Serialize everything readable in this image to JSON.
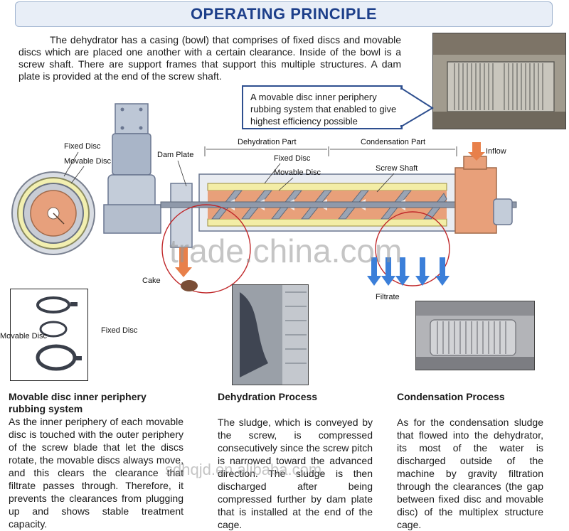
{
  "title": "OPERATING PRINCIPLE",
  "intro": "The dehydrator has a casing (bowl) that comprises of fixed discs and movable discs which are placed one another with a certain clearance. Inside of the bowl is a screw shaft. There are support frames that support this multiple structures. A dam plate is provided at the end of the screw shaft.",
  "callout": "A movable disc inner periphery rubbing system that enabled to give highest efficiency possible",
  "labels": {
    "fixed_disc_left": "Fixed Disc",
    "movable_disc_left": "Movable Disc",
    "dam_plate": "Dam Plate",
    "dehydration_part": "Dehydration Part",
    "condensation_part": "Condensation Part",
    "fixed_disc_center": "Fixed Disc",
    "movable_disc_center": "Movable Disc",
    "screw_shaft": "Screw Shaft",
    "inflow": "Inflow",
    "cake": "Cake",
    "filtrate": "Filtrate",
    "movable_disc_bottom": "Movable Disc",
    "fixed_disc_bottom": "Fixed Disc"
  },
  "sections": [
    {
      "heading": "Movable disc inner periphery rubbing system",
      "body": "As the inner periphery of each movable disc is touched with the outer periphery of the screw blade that let the discs rotate, the movable discs always move, and this clears the clearance that filtrate passes through. Therefore, it prevents the clearances from plugging up and shows stable treatment capacity."
    },
    {
      "heading": "Dehydration Process",
      "body": "The sludge, which is conveyed by the screw, is compressed consecutively since the screw pitch is narrowed toward the advanced direction. The sludge is then discharged after being compressed further by dam plate that is installed at the end of the cage."
    },
    {
      "heading": "Condensation Process",
      "body": "As for the condensation sludge that flowed into the dehydrator, its most of the water is discharged outside of the machine by gravity filtration through the clearances (the gap between fixed disc and movable disc) of the multiplex structure cage."
    }
  ],
  "watermarks": {
    "main": "trade.china.com",
    "secondary": "sdhqjd.en.alibaba.com"
  },
  "colors": {
    "title_text": "#1d3f8a",
    "title_bg": "#e8eef7",
    "callout_border": "#2e4f8f",
    "sludge": "#e8a07a",
    "screw": "#9aa4b4",
    "filtrate_arrow": "#3b7fd9",
    "inflow_arrow": "#e8804a"
  }
}
